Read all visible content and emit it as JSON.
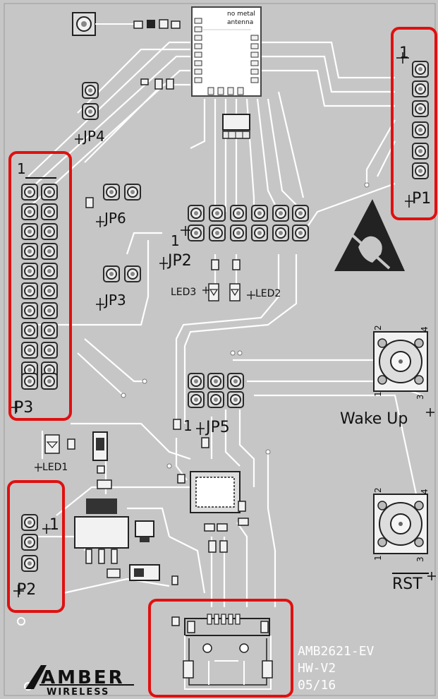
{
  "pcb": {
    "board_color": "#c6c6c6",
    "trace_color": "#ffffff",
    "pad_color": "#e0e0e0",
    "silk_color": "#111111",
    "highlight_color": "#e01010",
    "module": {
      "label_line1": "no metal",
      "label_line2": "antenna"
    },
    "connectors": {
      "p1": {
        "label": "P1",
        "pin1": "1"
      },
      "p2": {
        "label": "P2",
        "pin1": "1"
      },
      "p3": {
        "label": "P3",
        "pin1": "1"
      },
      "jp2": {
        "label": "JP2",
        "pin1": "1"
      },
      "jp3": {
        "label": "JP3"
      },
      "jp4": {
        "label": "JP4"
      },
      "jp5": {
        "label": "JP5",
        "pin1": "1"
      },
      "jp6": {
        "label": "JP6"
      }
    },
    "leds": {
      "led1": "LED1",
      "led2": "LED2",
      "led3": "LED3"
    },
    "buttons": {
      "wake": {
        "label": "Wake Up",
        "pins": [
          "2",
          "4",
          "1",
          "3"
        ]
      },
      "rst": {
        "label": "RST",
        "pins": [
          "2",
          "4",
          "1",
          "3"
        ]
      }
    },
    "info": {
      "line1": "AMB2621-EV",
      "line2": "HW-V2",
      "line3": "05/16"
    },
    "logo": {
      "line1": "AMBER",
      "line2": "WIRELESS"
    },
    "esd_icon": "esd-warning-icon"
  }
}
